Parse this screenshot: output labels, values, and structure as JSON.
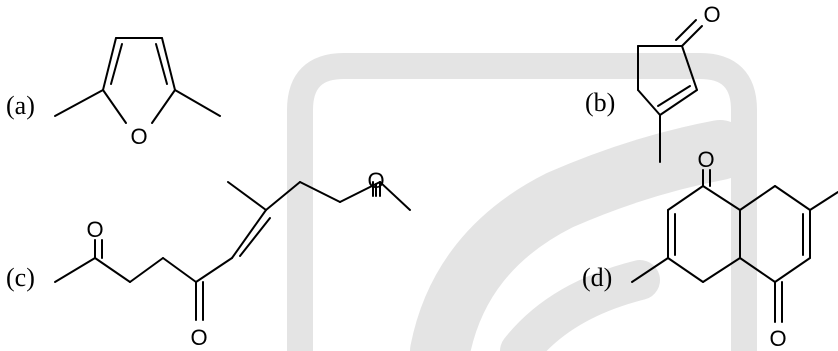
{
  "labels": {
    "a": "(a)",
    "b": "(b)",
    "c": "(c)",
    "d": "(d)"
  },
  "atoms": {
    "oxygen": "O"
  },
  "colors": {
    "ink": "#000000",
    "watermark": "#e4e4e4"
  }
}
